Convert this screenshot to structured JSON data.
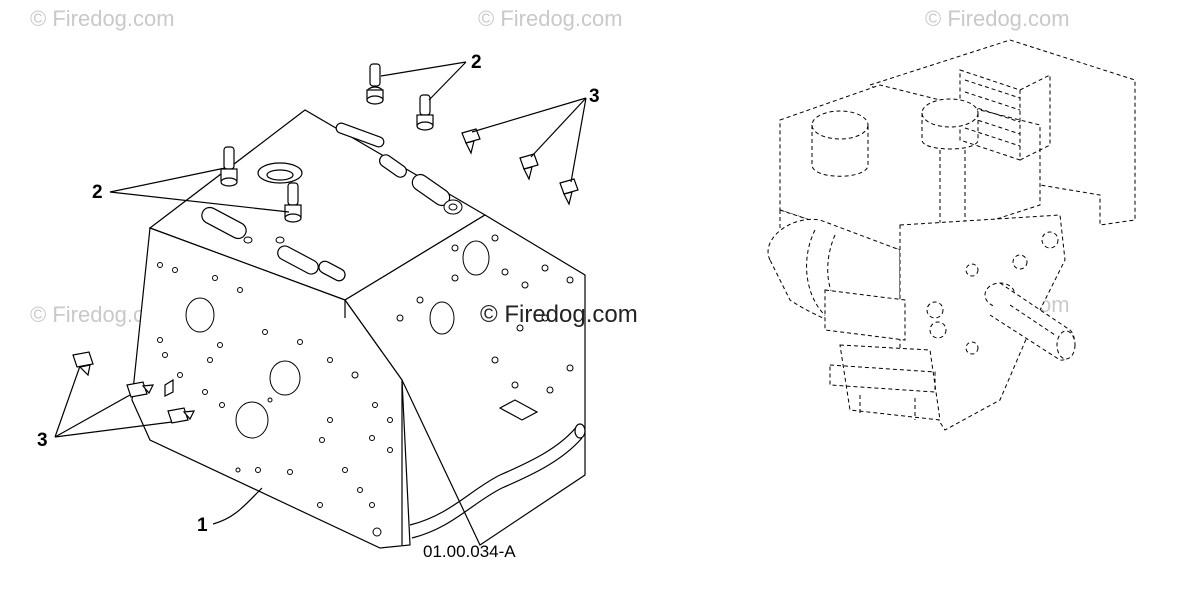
{
  "watermarks": {
    "top_left": "© Firedog.com",
    "top_center": "© Firedog.com",
    "top_right": "© Firedog.com",
    "mid_left": "© Firedog.com",
    "mid_right": "© Firedog.com",
    "center": "© Firedog.com"
  },
  "callouts": {
    "label_1": "1",
    "label_2_top": "2",
    "label_2_left": "2",
    "label_3_right": "3",
    "label_3_left": "3"
  },
  "drawing_code": "01.00.034-A"
}
